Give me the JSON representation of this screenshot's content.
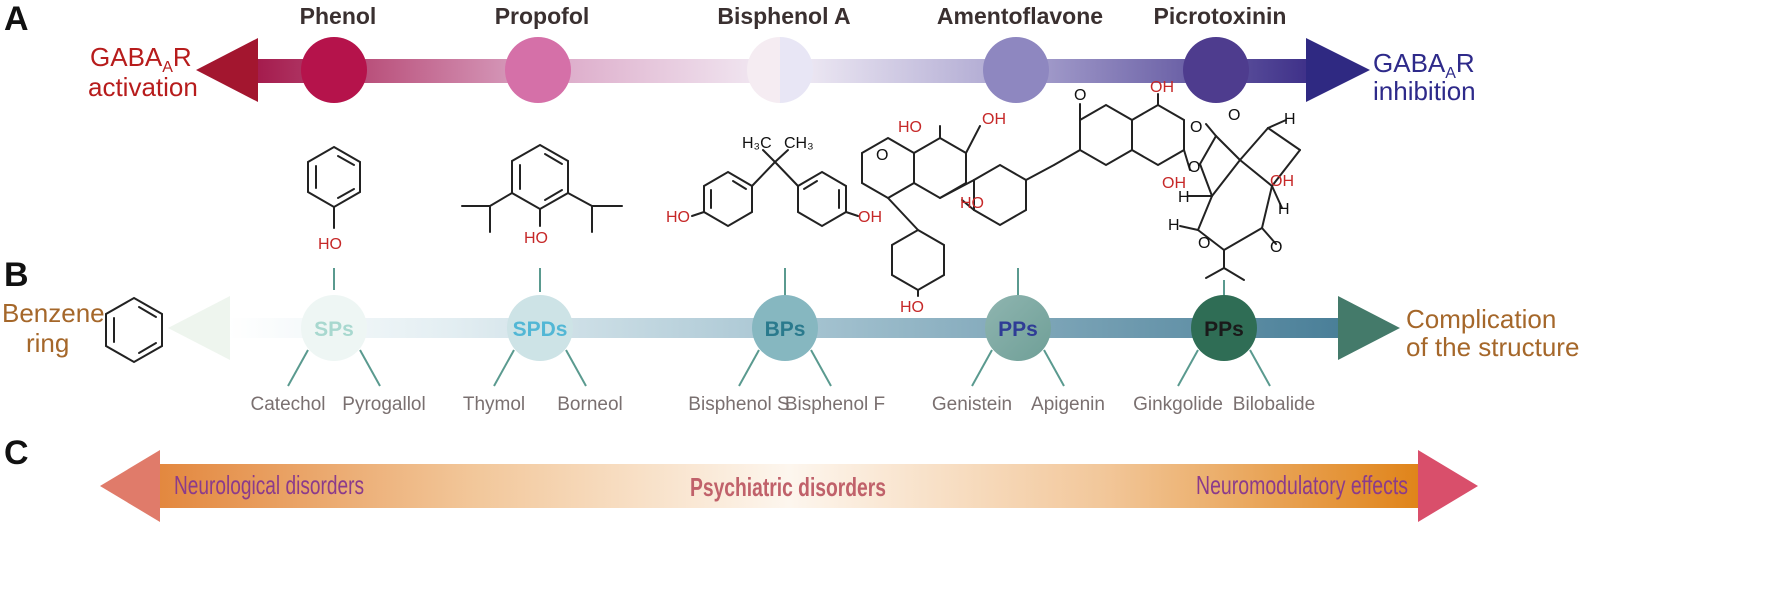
{
  "panels": {
    "a": "A",
    "b": "B",
    "c": "C"
  },
  "panel_a": {
    "left": {
      "main": "GABA",
      "sub": "A",
      "tail": "R",
      "line2": "activation"
    },
    "right": {
      "main": "GABA",
      "sub": "A",
      "tail": "R",
      "line2": "inhibition"
    },
    "compounds": [
      "Phenol",
      "Propofol",
      "Bisphenol A",
      "Amentoflavone",
      "Picrotoxinin"
    ],
    "circle_colors": [
      "#b5134b",
      "#d570a8",
      "#efe8f4",
      "#8e87c0",
      "#4e3c8e"
    ]
  },
  "structures": {
    "oh": "OH",
    "ho": "HO",
    "h3c": "H₃C",
    "ch3": "CH₃",
    "o": "O",
    "h": "H"
  },
  "panel_b": {
    "left": {
      "line1": "Benzene",
      "line2": "ring"
    },
    "right": {
      "line1": "Complication",
      "line2": "of the structure"
    },
    "classes": [
      {
        "label": "SPs",
        "examples": [
          "Catechol",
          "Pyrogallol"
        ]
      },
      {
        "label": "SPDs",
        "examples": [
          "Thymol",
          "Borneol"
        ]
      },
      {
        "label": "BPs",
        "examples": [
          "Bisphenol S",
          "Bisphenol F"
        ]
      },
      {
        "label": "PPs",
        "examples": [
          "Genistein",
          "Apigenin"
        ]
      },
      {
        "label": "PPs",
        "examples": [
          "Ginkgolide",
          "Bilobalide"
        ]
      }
    ]
  },
  "panel_c": {
    "left": "Neurological disorders",
    "center": "Psychiatric disorders",
    "right": "Neuromodulatory effects"
  }
}
